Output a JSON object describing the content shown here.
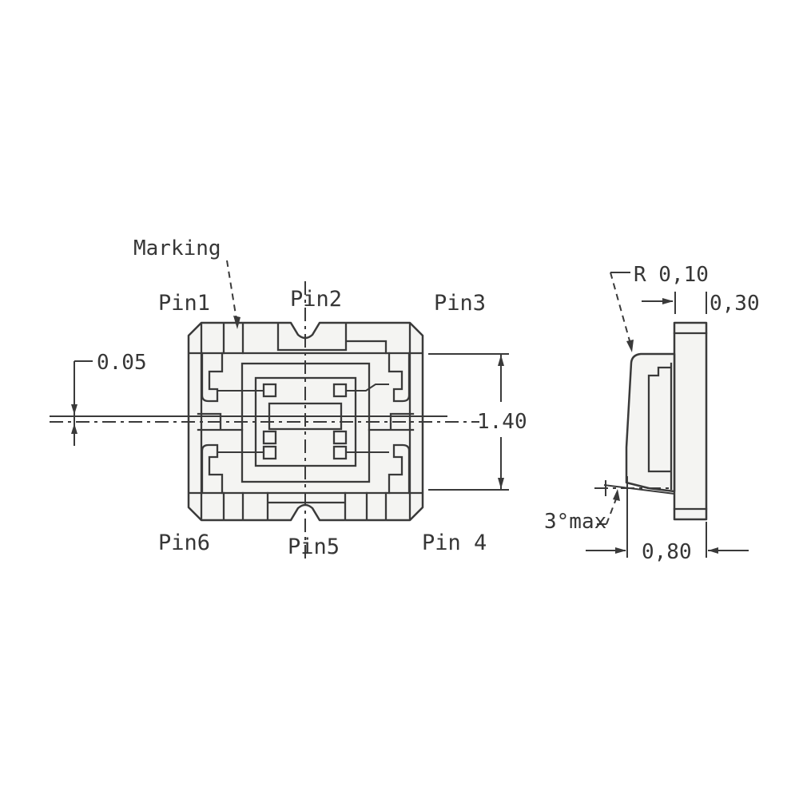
{
  "top_view": {
    "marking_label": "Marking",
    "pin_labels": {
      "pin1": "Pin1",
      "pin2": "Pin2",
      "pin3": "Pin3",
      "pin4": "Pin 4",
      "pin5": "Pin5",
      "pin6": "Pin6"
    },
    "dimensions": {
      "lead_coplanarity": "0.05",
      "body_width": "1.40"
    }
  },
  "side_view": {
    "dimensions": {
      "corner_radius": "R 0,10",
      "body_thickness": "0,30",
      "lead_angle_max": "3°max",
      "overall_thickness": "0,80"
    }
  },
  "colors": {
    "line": "#3a3a3a",
    "package_fill": "#f4f4f2",
    "background": "#ffffff"
  }
}
